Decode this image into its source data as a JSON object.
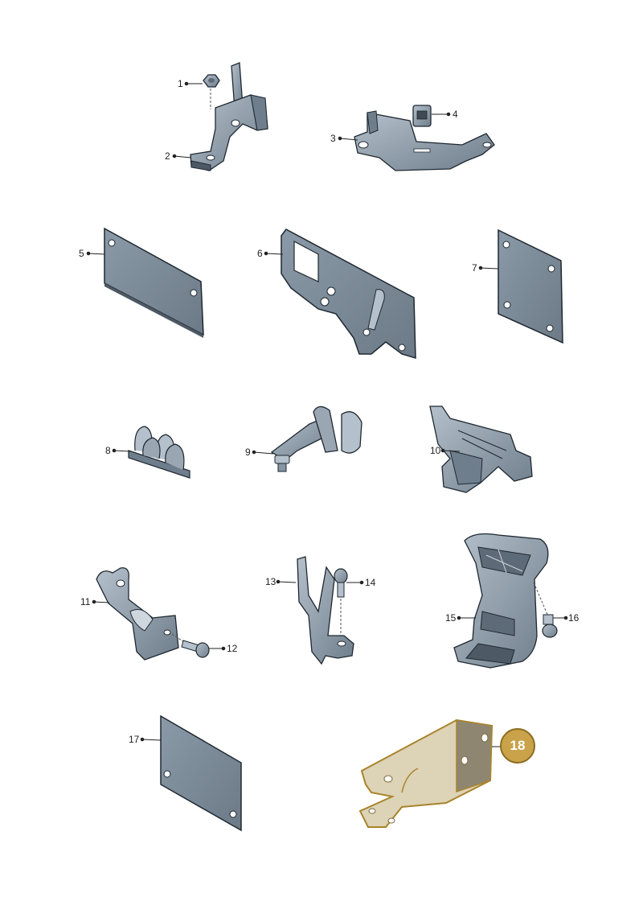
{
  "parts": [
    {
      "id": "1",
      "label": "1"
    },
    {
      "id": "2",
      "label": "2"
    },
    {
      "id": "3",
      "label": "3"
    },
    {
      "id": "4",
      "label": "4"
    },
    {
      "id": "5",
      "label": "5"
    },
    {
      "id": "6",
      "label": "6"
    },
    {
      "id": "7",
      "label": "7"
    },
    {
      "id": "8",
      "label": "8"
    },
    {
      "id": "9",
      "label": "9"
    },
    {
      "id": "10",
      "label": "10"
    },
    {
      "id": "11",
      "label": "11"
    },
    {
      "id": "12",
      "label": "12"
    },
    {
      "id": "13",
      "label": "13"
    },
    {
      "id": "14",
      "label": "14"
    },
    {
      "id": "15",
      "label": "15"
    },
    {
      "id": "16",
      "label": "16"
    },
    {
      "id": "17",
      "label": "17"
    },
    {
      "id": "18",
      "label": "18"
    }
  ],
  "highlight": {
    "label": "18"
  },
  "colors": {
    "part_fill": "#8796a4",
    "part_light": "#b4c0cb",
    "part_dark": "#5d6b78",
    "outline": "#1f2830",
    "highlight_fill": "#ddd3b6",
    "highlight_outline": "#a8842c",
    "badge_fill": "#c9a24a"
  }
}
